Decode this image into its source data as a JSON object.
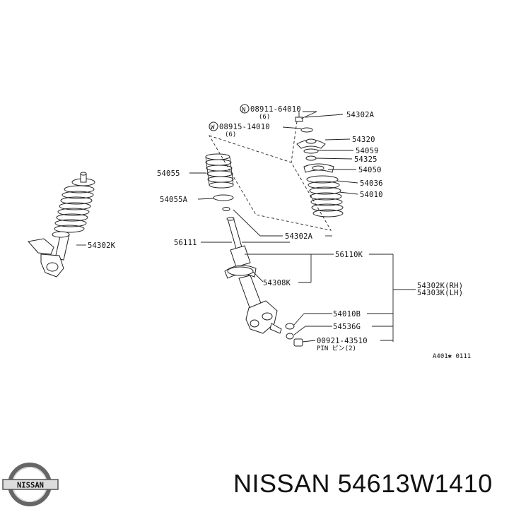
{
  "diagram": {
    "labels": {
      "p08911": "08911-64010",
      "p08911_qty": "(6)",
      "p08915": "08915-14010",
      "p08915_qty": "(6)",
      "p54302A_top": "54302A",
      "p54320": "54320",
      "p54059": "54059",
      "p54325": "54325",
      "p54050": "54050",
      "p54036": "54036",
      "p54010": "54010",
      "p54055": "54055",
      "p54055A": "54055A",
      "p54302A_mid": "54302A",
      "p56111": "56111",
      "p56110K": "56110K",
      "p54308K": "54308K",
      "p54302K_rh": "54302K(RH)",
      "p54303K_lh": "54303K(LH)",
      "p54010B": "54010B",
      "p54536G": "54536G",
      "p00921": "00921-43510",
      "pin": "PIN ピン(2)",
      "p54302K_left": "54302K",
      "ref_code": "A401✱ 0111",
      "circle_n": "N",
      "circle_w": "W"
    }
  },
  "footer": {
    "logo_text": "NISSAN",
    "brand": "NISSAN",
    "part_number": "54613W1410"
  }
}
